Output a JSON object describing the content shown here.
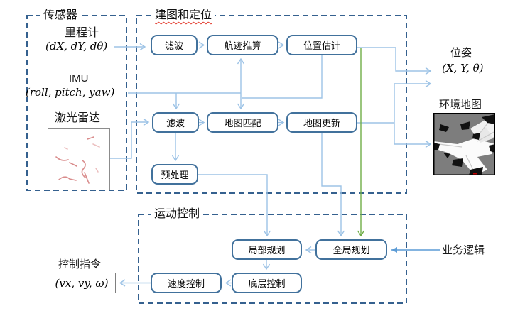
{
  "frames": {
    "sensors": {
      "label": "传感器"
    },
    "mapping": {
      "label": "建图和定位"
    },
    "motion": {
      "label": "运动控制"
    }
  },
  "sensors": {
    "odometer": {
      "label": "里程计",
      "value": "(dX, dY, dθ)"
    },
    "imu": {
      "label": "IMU",
      "value": "(roll, pitch, yaw)"
    },
    "lidar": {
      "label": "激光雷达"
    }
  },
  "mapping": {
    "nodes": {
      "filter1": "滤波",
      "dead_reckoning": "航迹推算",
      "pose_estimation": "位置估计",
      "filter2": "滤波",
      "map_matching": "地图匹配",
      "map_update": "地图更新",
      "preprocess": "预处理"
    }
  },
  "motion": {
    "nodes": {
      "local_planner": "局部规划",
      "global_planner": "全局规划",
      "low_level_control": "底层控制",
      "speed_control": "速度控制"
    }
  },
  "outputs": {
    "pose": {
      "label": "位姿",
      "value": "(X, Y, θ)"
    },
    "environment_map": {
      "label": "环境地图"
    },
    "control_command": {
      "label": "控制指令",
      "value": "(vx, vy, ω)"
    },
    "business_logic": {
      "label": "业务逻辑"
    }
  },
  "colors": {
    "box_border": "#41719C",
    "frame_border": "#35618F",
    "arrow_light": "#9DC3E6",
    "arrow_medium": "#5B9BD5",
    "arrow_green": "#70AD47",
    "squiggle": "#E23B2E"
  }
}
